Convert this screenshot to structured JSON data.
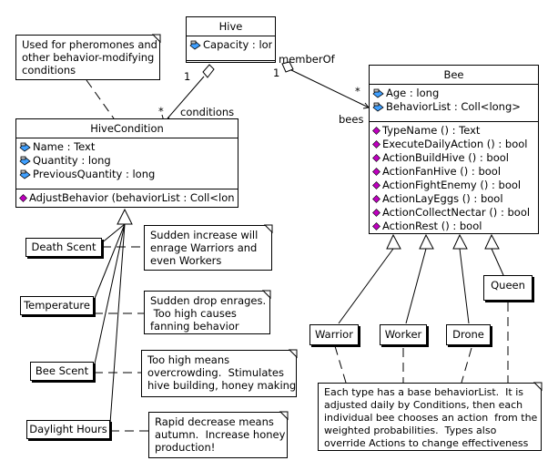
{
  "hive": {
    "name": "Hive",
    "attributes": [
      "Capacity : long"
    ]
  },
  "bee": {
    "name": "Bee",
    "attributes": [
      "Age : long",
      "BehaviorList : Coll<long>"
    ],
    "operations": [
      "TypeName () : Text",
      "ExecuteDailyAction () : bool",
      "ActionBuildHive () : bool",
      "ActionFanHive () : bool",
      "ActionFightEnemy () : bool",
      "ActionLayEggs () : bool",
      "ActionCollectNectar () : bool",
      "ActionRest () : bool"
    ]
  },
  "hive_condition": {
    "name": "HiveCondition",
    "attributes": [
      "Name : Text",
      "Quantity : long",
      "PreviousQuantity : long"
    ],
    "operations": [
      "AdjustBehavior (behaviorList : Coll<long>)"
    ]
  },
  "condition_subclasses": [
    "Death Scent",
    "Temperature",
    "Bee Scent",
    "Daylight Hours"
  ],
  "bee_subclasses": [
    "Warrior",
    "Worker",
    "Drone",
    "Queen"
  ],
  "associations": {
    "hive_mult_to_cond": "1",
    "cond_mult": "*",
    "cond_role": "conditions",
    "hive_mult_to_bee": "1",
    "hive_role": "memberOf",
    "bee_mult": "*",
    "bee_role": "bees"
  },
  "notes": {
    "pheromones": [
      "Used for pheromones and",
      "other behavior-modifying",
      "conditions"
    ],
    "death_scent": [
      "Sudden increase will",
      "enrage Warriors and",
      "even Workers"
    ],
    "temperature": [
      "Sudden drop enrages.",
      " Too high causes",
      "fanning behavior"
    ],
    "bee_scent": [
      "Too high means",
      "overcrowding.  Stimulates",
      "hive building, honey making"
    ],
    "daylight": [
      "Rapid decrease means",
      "autumn.  Increase honey",
      "production!"
    ],
    "behavior_list": [
      "Each type has a base behaviorList.  It is",
      "adjusted daily by Conditions, then each",
      "individual bee chooses an action  from the",
      "weighted probabilities.  Types also",
      "override Actions to change effectiveness"
    ]
  },
  "icons": {
    "attribute": "attribute-icon",
    "operation": "operation-icon"
  },
  "colors": {
    "operation_icon": "#c000c0",
    "attribute_icon_fill": "#40a0ff"
  }
}
